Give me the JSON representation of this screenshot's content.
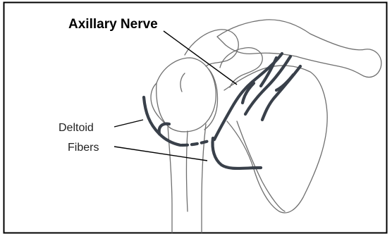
{
  "diagram": {
    "labels": {
      "axillary_nerve": "Axillary Nerve",
      "deltoid": "Deltoid",
      "fibers": "Fibers"
    },
    "colors": {
      "frame": "#000000",
      "bone_outline": "#6f6f6f",
      "nerve": "#39404a",
      "leader_line": "#000000",
      "label_text": "#222222",
      "background": "#ffffff"
    }
  }
}
